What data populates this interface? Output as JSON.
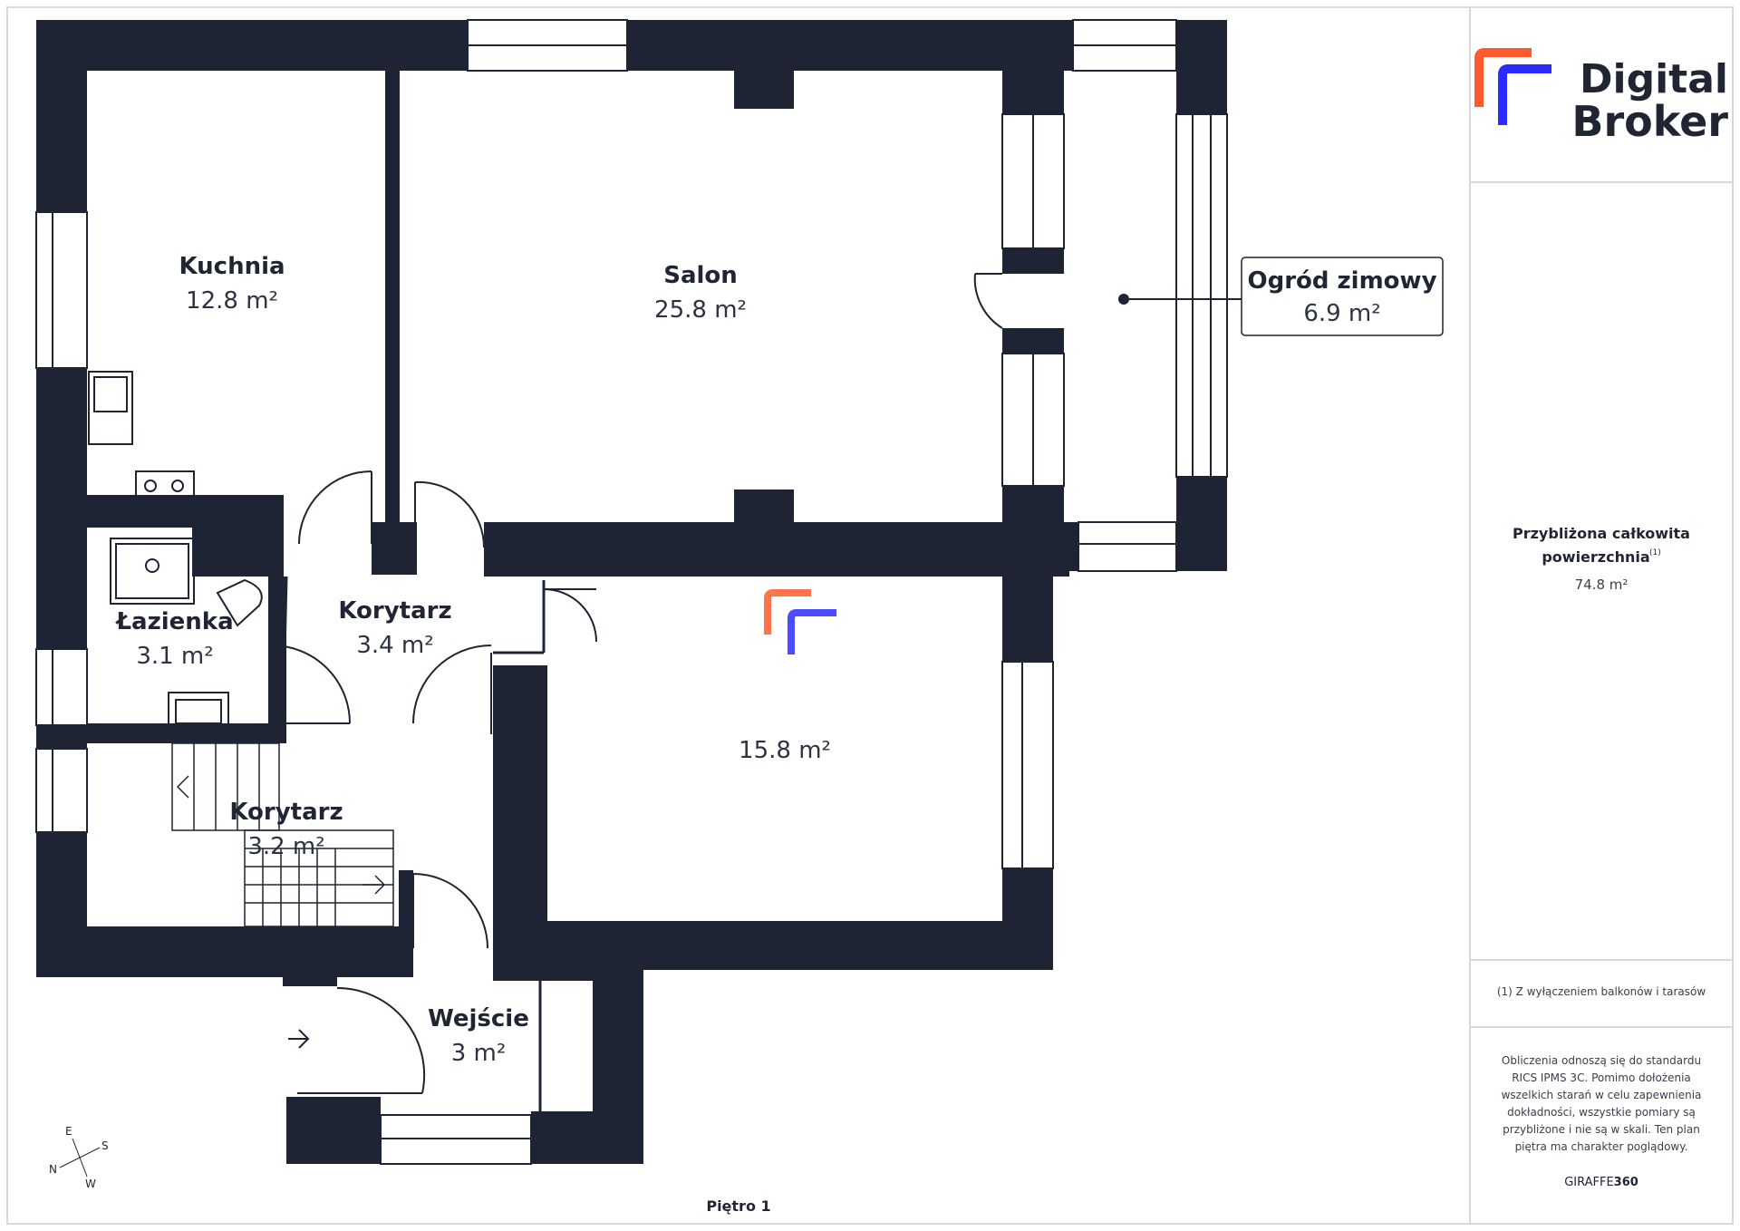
{
  "brand": {
    "line1": "Digital",
    "line2": "Broker",
    "accent_orange": "#ff5a2b",
    "accent_blue": "#2b2bff"
  },
  "rooms": {
    "kuchnia": {
      "name": "Kuchnia",
      "area": "12.8 m²"
    },
    "salon": {
      "name": "Salon",
      "area": "25.8 m²"
    },
    "ogrod": {
      "name": "Ogród zimowy",
      "area": "6.9 m²"
    },
    "lazienka": {
      "name": "Łazienka",
      "area": "3.1 m²"
    },
    "korytarz1": {
      "name": "Korytarz",
      "area": "3.4 m²"
    },
    "pokoj": {
      "name": "",
      "area": "15.8 m²"
    },
    "korytarz2": {
      "name": "Korytarz",
      "area": "3.2 m²"
    },
    "wejscie": {
      "name": "Wejście",
      "area": "3 m²"
    }
  },
  "floor_label": "Piętro 1",
  "compass": {
    "e": "E",
    "s": "S",
    "n": "N",
    "w": "W"
  },
  "summary": {
    "title_line1": "Przybliżona całkowita",
    "title_line2": "powierzchnia",
    "superscript": "(1)",
    "value": "74.8 m²"
  },
  "footnote": "(1) Z wyłączeniem balkonów i tarasów",
  "disclaimer_lines": [
    "Obliczenia odnoszą się do standardu",
    "RICS IPMS 3C. Pomimo dołożenia",
    "wszelkich starań w celu zapewnienia",
    "dokładności, wszystkie pomiary są",
    "przybliżone i nie są w skali. Ten plan",
    "piętra ma charakter poglądowy."
  ],
  "credit": {
    "part1": "GIRAFFE",
    "part2": "360"
  },
  "colors": {
    "wall": "#1e2433",
    "border": "#d9d9d9"
  }
}
